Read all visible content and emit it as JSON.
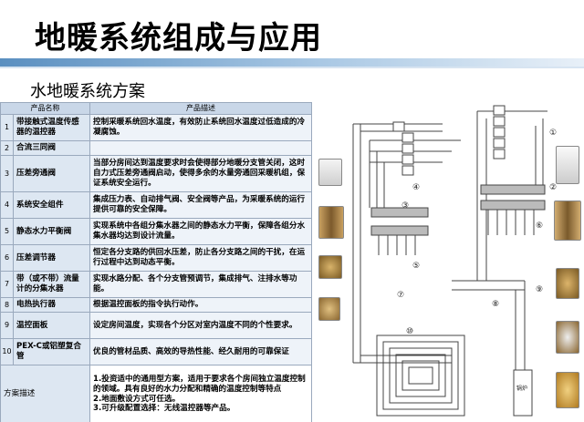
{
  "slide": {
    "title": "地暖系统组成与应用",
    "subtitle": "水地暖系统方案"
  },
  "table": {
    "headers": [
      "产品名称",
      "产品描述"
    ],
    "rows": [
      {
        "num": "1",
        "name": "带接触式温度传感器的温控器",
        "desc": "控制采暖系统回水温度，有效防止系统回水温度过低造成的冷凝腐蚀。"
      },
      {
        "num": "2",
        "name": "合流三同阀",
        "desc": ""
      },
      {
        "num": "3",
        "name": "压差旁通阀",
        "desc": "当部分房间达到温度要求时会使得部分地暖分支管关闭，这时自力式压差旁通阀启动，使得多余的水量旁通回采暖机组，保证系统安全运行。"
      },
      {
        "num": "4",
        "name": "系统安全组件",
        "desc": "集成压力表、自动排气阀、安全阀等产品，为采暖系统的运行提供可靠的安全保障。"
      },
      {
        "num": "5",
        "name": "静态水力平衡阀",
        "desc": "实现系统中各组分集水器之间的静态水力平衡，保障各组分水集水器均达到设计流量。"
      },
      {
        "num": "6",
        "name": "压差调节器",
        "desc": "恒定各分支路的供回水压差，防止各分支路之间的干扰，在运行过程中达到动态平衡。"
      },
      {
        "num": "7",
        "name": "带（或不带）流量计的分集水器",
        "desc": "实现水路分配、各个分支管预调节，集成排气、注排水等功能。"
      },
      {
        "num": "8",
        "name": "电热执行器",
        "desc": "根据温控面板的指令执行动作。"
      },
      {
        "num": "9",
        "name": "温控面板",
        "desc": "设定房间温度，实现各个分区对室内温度不同的个性要求。"
      },
      {
        "num": "10",
        "name": "PEX-C或铝塑复合管",
        "desc": "优良的管材品质、高效的导热性能、经久耐用的可靠保证"
      }
    ],
    "scheme_label": "方案描述",
    "scheme_desc": [
      "1.投资适中的通用型方案，适用于要求各个房间独立温度控制的领域。具有良好的水力分配和精确的温度控制等特点",
      "2.地面敷设方式可任选。",
      "3.可升级配置选择：无线温控器等产品。"
    ]
  },
  "diagram": {
    "labels": [
      "①",
      "②",
      "③",
      "④",
      "⑤",
      "⑥",
      "⑦",
      "⑧",
      "⑨",
      "⑩"
    ],
    "unit_label": "锅炉"
  }
}
